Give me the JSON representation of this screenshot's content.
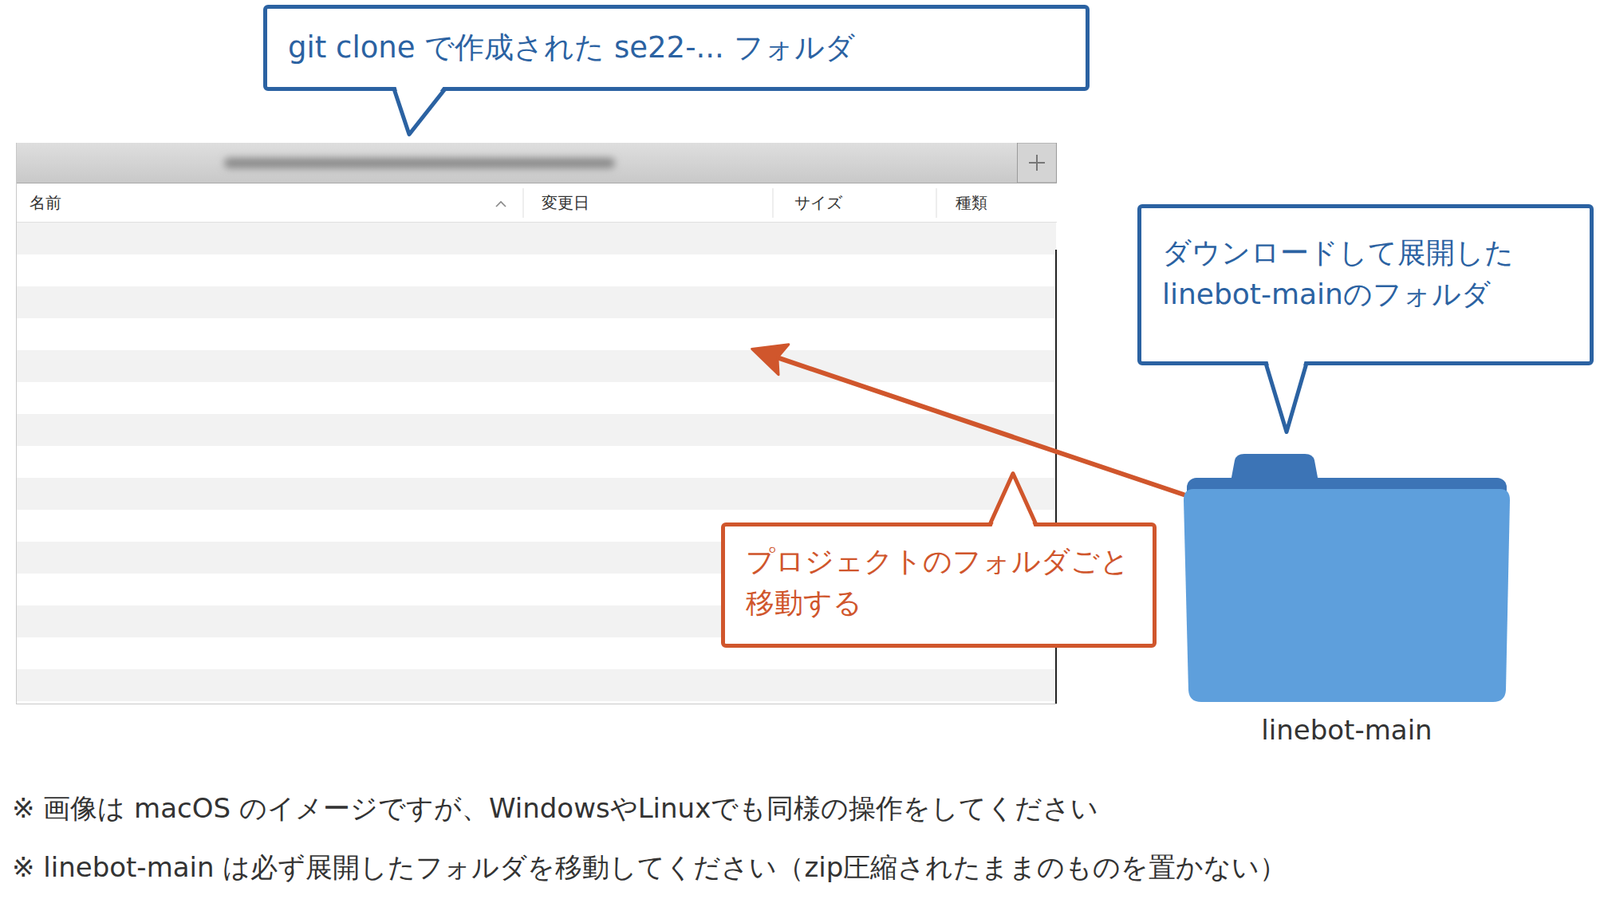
{
  "diagram": {
    "nodes": [
      {
        "text": [
          "git clone で作成された se22-... フォルダ"
        ]
      },
      {
        "text": [
          "名前",
          "変更日",
          "サイズ",
          "種類"
        ]
      },
      {
        "text": [
          "ダウンロードして展開した linebot-mainのフォルダ"
        ]
      },
      {
        "text": [
          "linebot-main"
        ]
      },
      {
        "text": [
          "プロジェクトのフォルダごと 移動する"
        ]
      }
    ],
    "edges": [
      {
        "from": 3,
        "to": 1,
        "arrow": "to"
      }
    ],
    "labels": [
      "※ 画像は macOS のイメージですが、WindowsやLinuxでも同様の操作をしてください",
      "※ linebot-main は必ず展開したフォルダを移動してください（zip圧縮されたままのものを置かない）"
    ]
  }
}
